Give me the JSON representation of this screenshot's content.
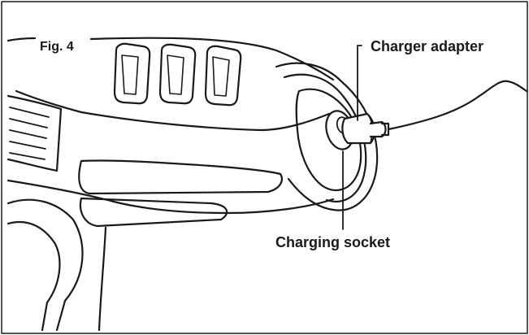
{
  "figure_label": "Fig. 4",
  "callouts": {
    "charger_adapter": "Charger adapter",
    "charging_socket": "Charging socket"
  },
  "colors": {
    "stroke": "#1a1a1a",
    "background": "#ffffff"
  }
}
